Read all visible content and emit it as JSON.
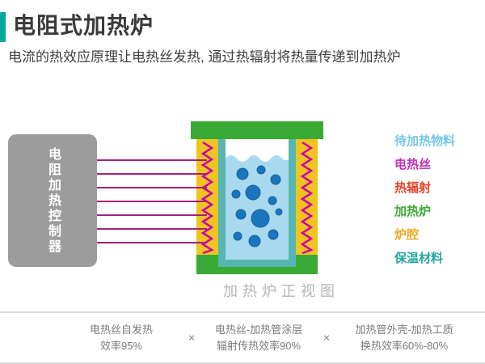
{
  "colors": {
    "accent": "#00a89b",
    "furnace-green": "#3aaa35",
    "chamber-yellow": "#f0c41f",
    "wire-magenta": "#cc00aa",
    "insulation-teal": "#56b6b2",
    "liquid-blue": "#a9d9ef",
    "bubble-blue": "#1b75bc",
    "bubble-stroke": "#15619c",
    "line-purple": "#a3217e",
    "controller-gray": "#9c9c9c"
  },
  "header": {
    "title": "电阻式加热炉",
    "subtitle": "电流的热效应原理让电热丝发热, 通过热辐射将热量传递到加热炉"
  },
  "diagram": {
    "controller": "电阻加热控制器",
    "caption": "加热炉正视图",
    "legend": [
      {
        "label": "待加热物料",
        "color": "#74c7e8"
      },
      {
        "label": "电热丝",
        "color": "#bb33bb"
      },
      {
        "label": "热辐射",
        "color": "#e8402a"
      },
      {
        "label": "加热炉",
        "color": "#3aaa35"
      },
      {
        "label": "炉腔",
        "color": "#f0a81c"
      },
      {
        "label": "保温材料",
        "color": "#23a79c"
      }
    ]
  },
  "footer": {
    "multiply": "×",
    "items": [
      {
        "line1": "电热丝自发热",
        "line2": "效率95%"
      },
      {
        "line1": "电热丝-加热管涂层",
        "line2": "辐射传热效率90%"
      },
      {
        "line1": "加热管外壳-加热工质",
        "line2": "换热效率60%-80%"
      }
    ]
  }
}
